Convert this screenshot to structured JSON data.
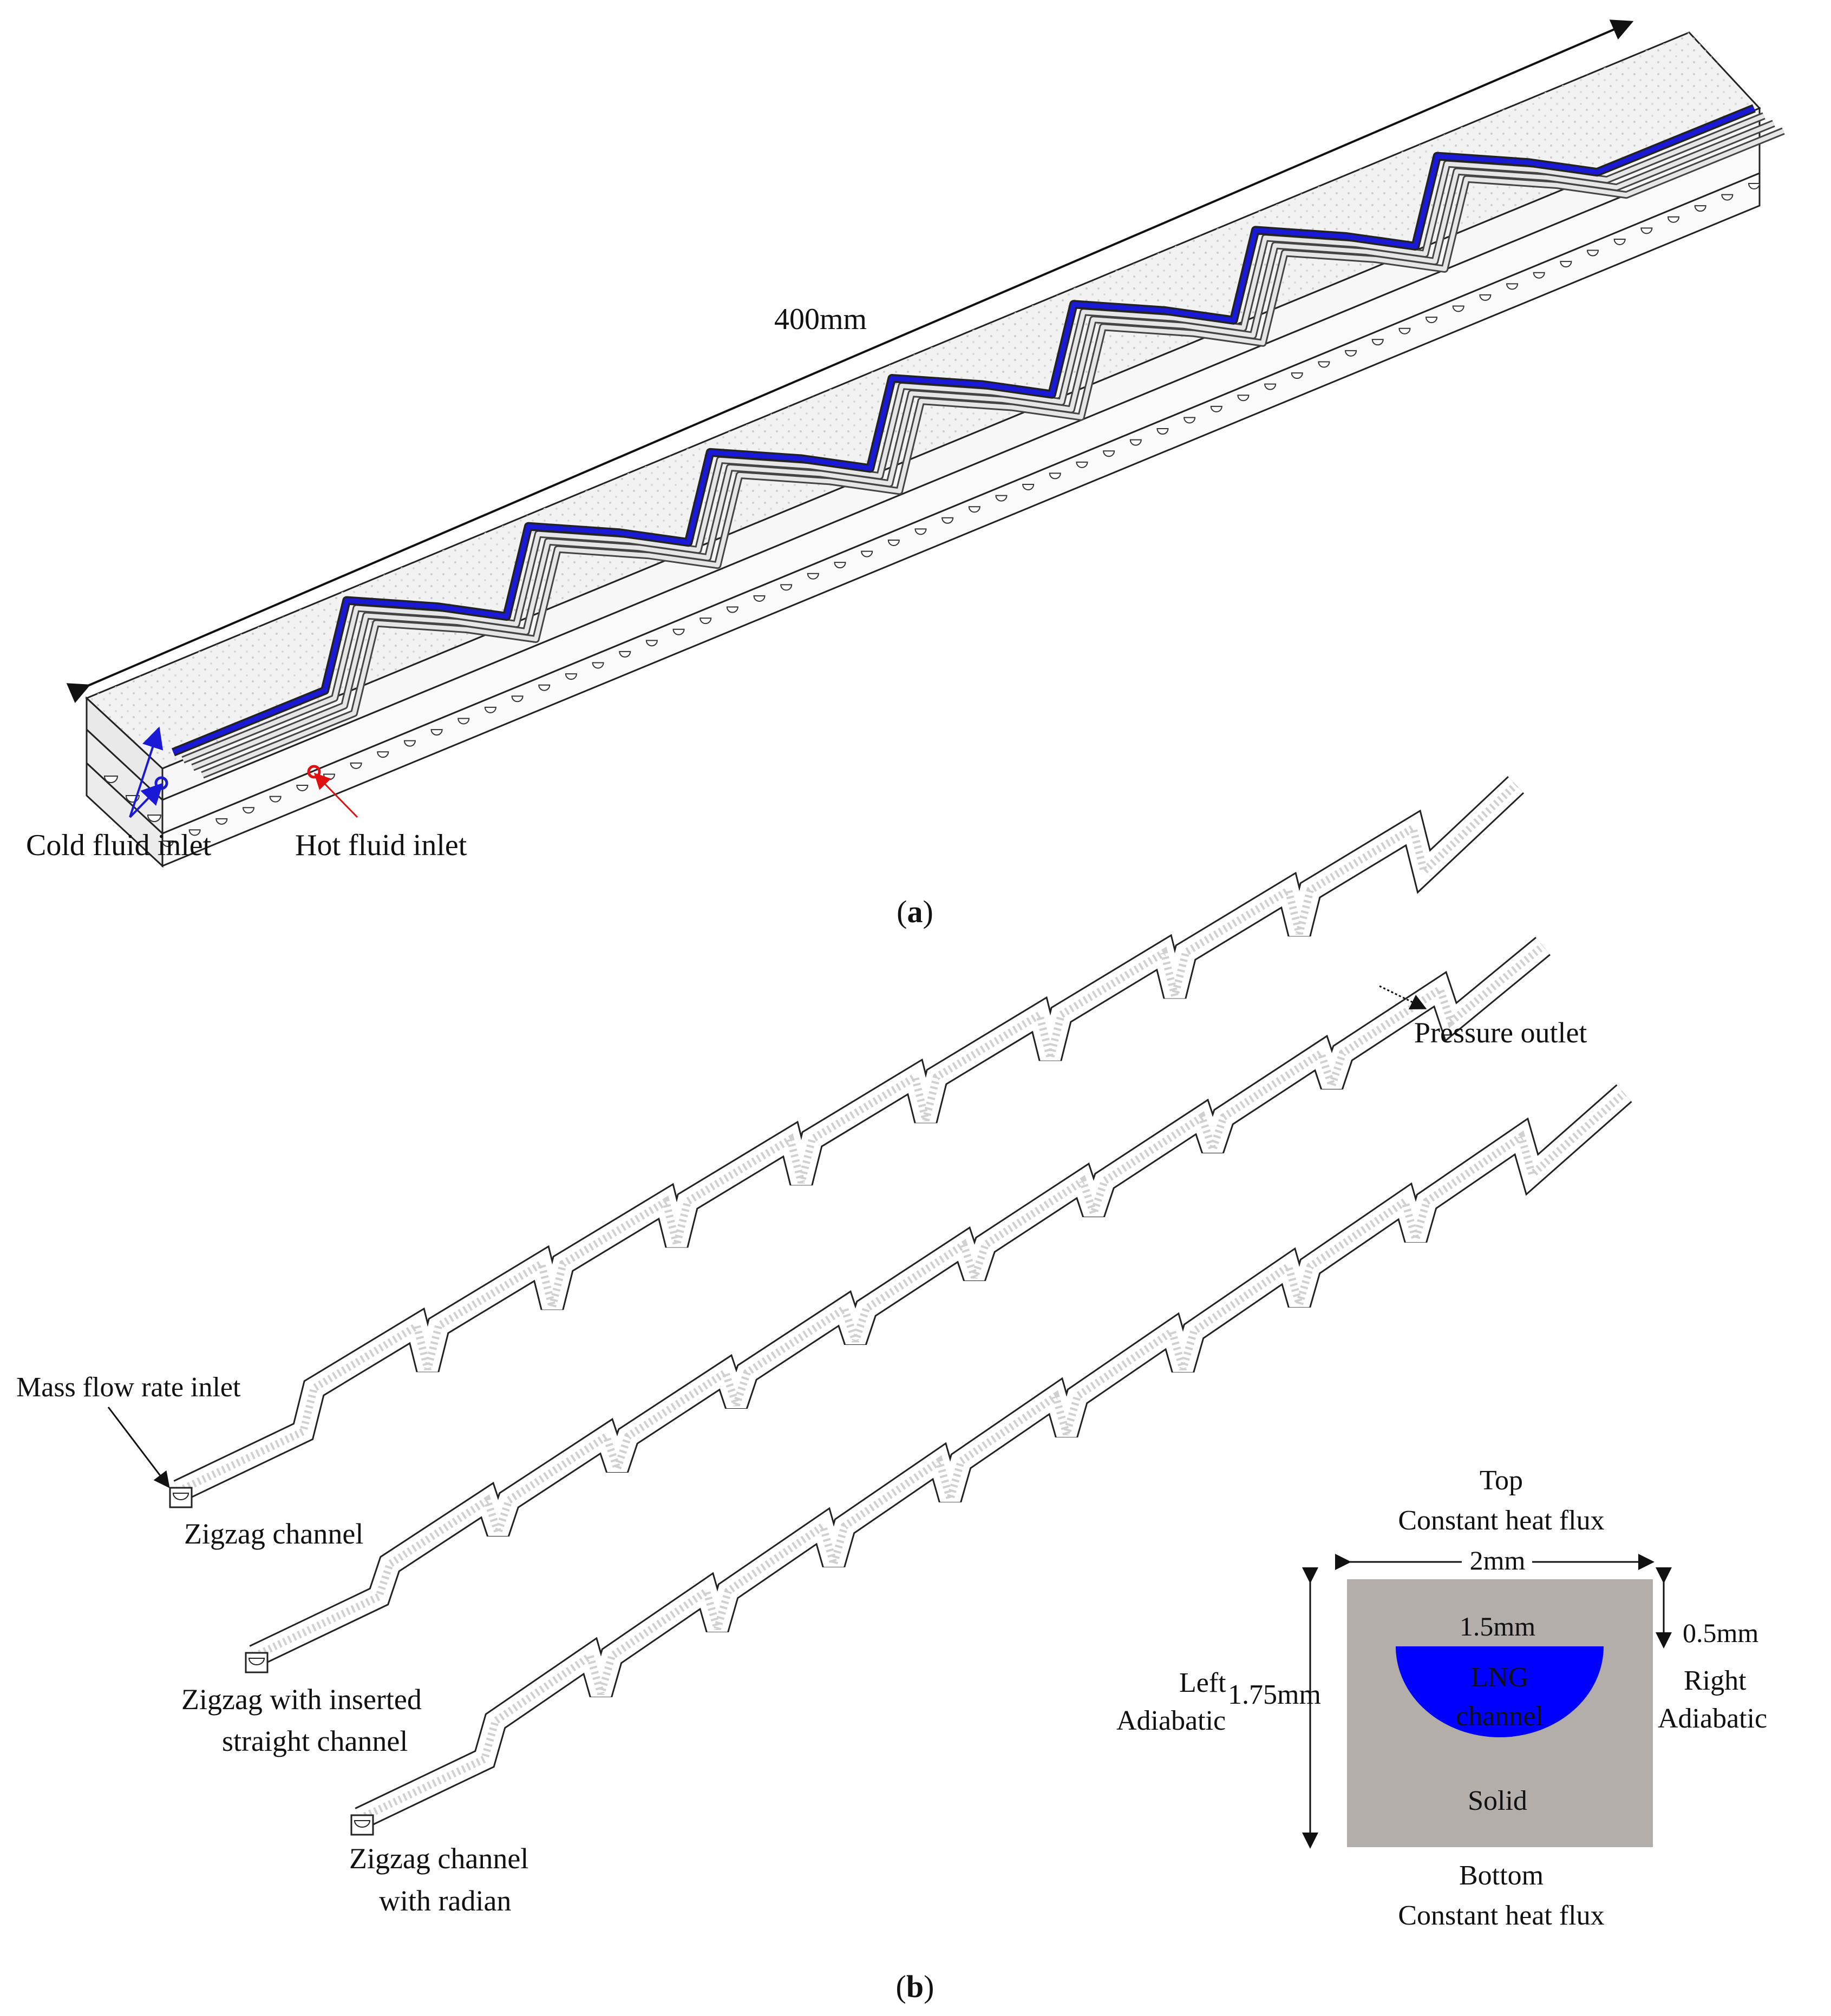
{
  "panel_a": {
    "length_label": "400mm",
    "cold_inlet_label": "Cold fluid inlet",
    "hot_inlet_label": "Hot fluid inlet",
    "caption_open": "(",
    "caption_letter": "a",
    "caption_close": ")",
    "colors": {
      "cold": "#1a1ad6",
      "hot": "#e01010",
      "plate": "#f2f2f2",
      "line": "#222222"
    }
  },
  "panel_b": {
    "pressure_outlet_label": "Pressure outlet",
    "mass_inlet_label": "Mass flow rate inlet",
    "channels": [
      {
        "label_line1": "Zigzag  channel",
        "label_line2": ""
      },
      {
        "label_line1": "Zigzag  with inserted",
        "label_line2": "straight channel"
      },
      {
        "label_line1": "Zigzag  channel",
        "label_line2": "with radian"
      }
    ],
    "cross_section": {
      "top_label": "Top",
      "top_flux": "Constant heat flux",
      "width_label": "2mm",
      "height_label": "1.75mm",
      "depth_label": "0.5mm",
      "channel_width_label": "1.5mm",
      "channel_name_line1": "LNG",
      "channel_name_line2": "channel",
      "solid_label": "Solid",
      "left_label": "Left",
      "left_condition": "Adiabatic",
      "right_label": "Right",
      "right_condition": "Adiabatic",
      "bottom_label": "Bottom",
      "bottom_flux": "Constant heat flux",
      "colors": {
        "solid": "#b3aeaa",
        "channel": "#0000ff",
        "channel_text": "#ff1a1a"
      }
    },
    "caption_open": "(",
    "caption_letter": "b",
    "caption_close": ")"
  }
}
